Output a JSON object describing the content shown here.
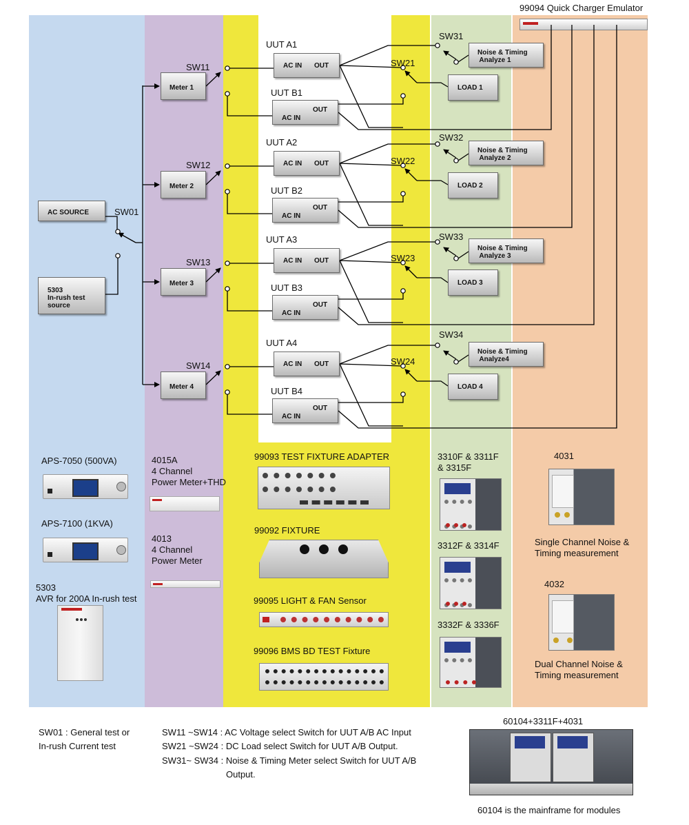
{
  "emulator_label": "99094 Quick Charger Emulator",
  "source": {
    "ac_source": "AC SOURCE",
    "inrush_source": "5303\nIn-rush test\nsource",
    "switch": "SW01"
  },
  "meters": [
    {
      "label": "Meter 1",
      "switch": "SW11"
    },
    {
      "label": "Meter 2",
      "switch": "SW12"
    },
    {
      "label": "Meter 3",
      "switch": "SW13"
    },
    {
      "label": "Meter 4",
      "switch": "SW14"
    }
  ],
  "uuts": [
    {
      "a": "UUT A1",
      "b": "UUT B1"
    },
    {
      "a": "UUT A2",
      "b": "UUT B2"
    },
    {
      "a": "UUT A3",
      "b": "UUT B3"
    },
    {
      "a": "UUT A4",
      "b": "UUT B4"
    }
  ],
  "uut_ports": {
    "ac_in": "AC IN",
    "out": "OUT"
  },
  "load_switches": [
    "SW21",
    "SW22",
    "SW23",
    "SW24"
  ],
  "noise_switches": [
    "SW31",
    "SW32",
    "SW33",
    "SW34"
  ],
  "loads": [
    "LOAD 1",
    "LOAD 2",
    "LOAD 3",
    "LOAD 4"
  ],
  "analyzers": [
    "Noise & Timing\n Analyze 1",
    "Noise & Timing\n Analyze 2",
    "Noise & Timing\n Analyze 3",
    "Noise & Timing\n Analyze4"
  ],
  "products": {
    "aps7050": "APS-7050 (500VA)",
    "aps7100": "APS-7100 (1KVA)",
    "avr5303": "5303\nAVR for 200A In-rush test",
    "pm4015a": "4015A\n4 Channel\nPower Meter+THD",
    "pm4013": "4013\n4 Channel\nPower Meter",
    "fix99093": "99093 TEST FIXTURE ADAPTER",
    "fix99092": "99092 FIXTURE",
    "fix99095": "99095 LIGHT & FAN Sensor",
    "fix99096": "99096 BMS BD TEST Fixture",
    "load1": "3310F & 3311F\n& 3315F",
    "load2": "3312F & 3314F",
    "load3": "3332F & 3336F",
    "n4031": "4031",
    "n4031_desc": "Single Channel Noise &\nTiming measurement",
    "n4032": "4032",
    "n4032_desc": "Dual Channel Noise &\nTiming measurement"
  },
  "legend": {
    "sw01_line1": "SW01 : General test or",
    "sw01_line2": "In-rush Current test",
    "sw11": "SW11 ~SW14 : AC Voltage select Switch for UUT A/B AC Input",
    "sw21": "SW21 ~SW24 : DC Load select Switch for UUT A/B Output.",
    "sw31": "SW31~ SW34 : Noise & Timing Meter select Switch for UUT A/B",
    "sw31_cont": "Output."
  },
  "mainframe": {
    "title": "60104+3311F+4031",
    "caption": "60104 is the mainframe for modules"
  },
  "colors": {
    "blue": "#c5d9ef",
    "purple": "#cdbcd9",
    "yellow": "#efe73c",
    "green": "#d6e3bf",
    "orange": "#f4cba8"
  }
}
